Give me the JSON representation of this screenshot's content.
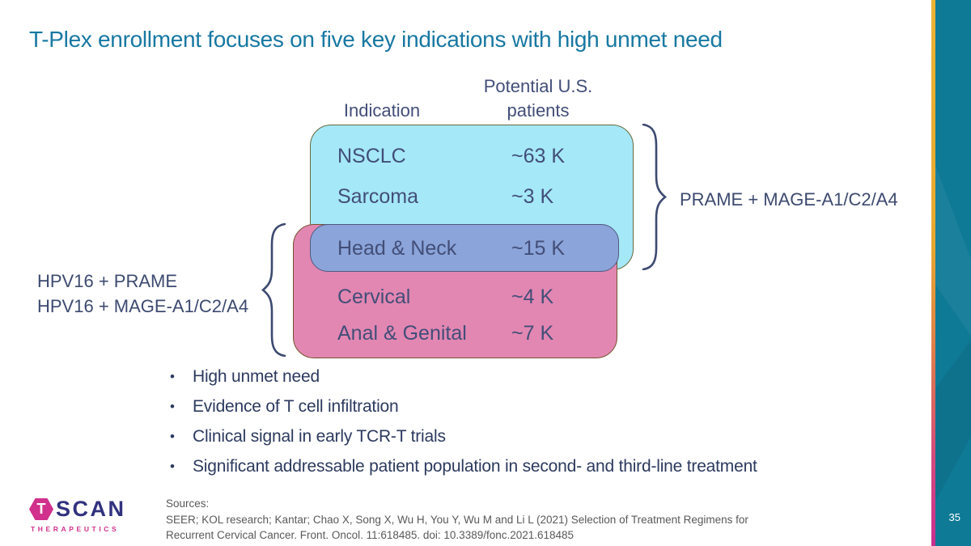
{
  "title": "T-Plex enrollment focuses on five key indications with high unmet need",
  "colors": {
    "title_accent": "#1878a2",
    "top_box_fill": "#a5e8f8",
    "bottom_box_fill": "#e287b2",
    "overlap_fill": "#8ba4d9",
    "text_navy": "#424e78",
    "edge_panel_teal": "#0f7a96",
    "edge_strip_top": "#eab332",
    "edge_strip_bottom": "#c92f90",
    "logo_pink": "#d1308c",
    "logo_navy": "#31327e",
    "sources_gray": "#595959"
  },
  "diagram": {
    "header_indication": "Indication",
    "header_patients_line1": "Potential U.S.",
    "header_patients_line2": "patients",
    "rows": [
      {
        "indication": "NSCLC",
        "patients": "~63 K",
        "group": "PRAME + MAGE-A1/C2/A4"
      },
      {
        "indication": "Sarcoma",
        "patients": "~3 K",
        "group": "PRAME + MAGE-A1/C2/A4"
      },
      {
        "indication": "Head & Neck",
        "patients": "~15 K",
        "group": "overlap"
      },
      {
        "indication": "Cervical",
        "patients": "~4 K",
        "group": "HPV16"
      },
      {
        "indication": "Anal & Genital",
        "patients": "~7 K",
        "group": "HPV16"
      }
    ],
    "right_brace_label": "PRAME + MAGE-A1/C2/A4",
    "left_brace_label_line1": "HPV16 + PRAME",
    "left_brace_label_line2": "HPV16 + MAGE-A1/C2/A4"
  },
  "bullet_char": "•",
  "bullets": [
    "High unmet need",
    "Evidence of T cell infiltration",
    "Clinical signal in early TCR-T trials",
    "Significant addressable patient population in second- and third-line treatment"
  ],
  "footer": {
    "sources_label": "Sources:",
    "source_line1": "SEER; KOL research; Kantar; Chao X, Song X, Wu H, You Y, Wu M and Li L (2021) Selection of Treatment Regimens for",
    "source_line2": "Recurrent Cervical Cancer. Front. Oncol. 11:618485. doi: 10.3389/fonc.2021.618485",
    "page_number": "35",
    "logo": {
      "t": "T",
      "scan": "SCAN",
      "subtitle": "THERAPEUTICS"
    }
  }
}
